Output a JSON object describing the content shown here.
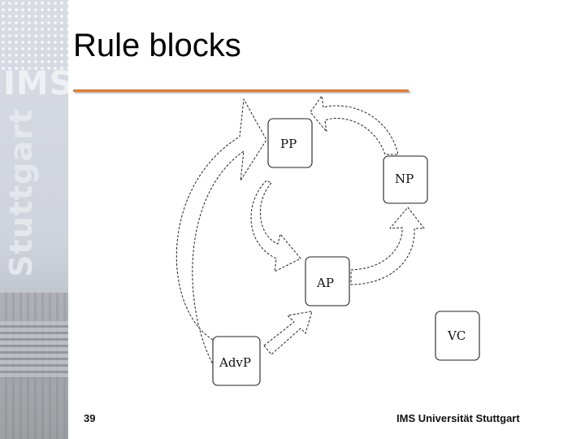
{
  "slide": {
    "title": "Rule blocks",
    "page_number": "39",
    "footer": "IMS Universität Stuttgart"
  },
  "branding": {
    "mark_top": "IMS",
    "mark_side": "Stuttgart"
  },
  "diagram": {
    "nodes": {
      "pp": "PP",
      "np": "NP",
      "ap": "AP",
      "advp": "AdvP",
      "vc": "VC"
    }
  },
  "colors": {
    "accent_rule": "#f07a1a",
    "rule_shadow": "#b9bfd0"
  }
}
